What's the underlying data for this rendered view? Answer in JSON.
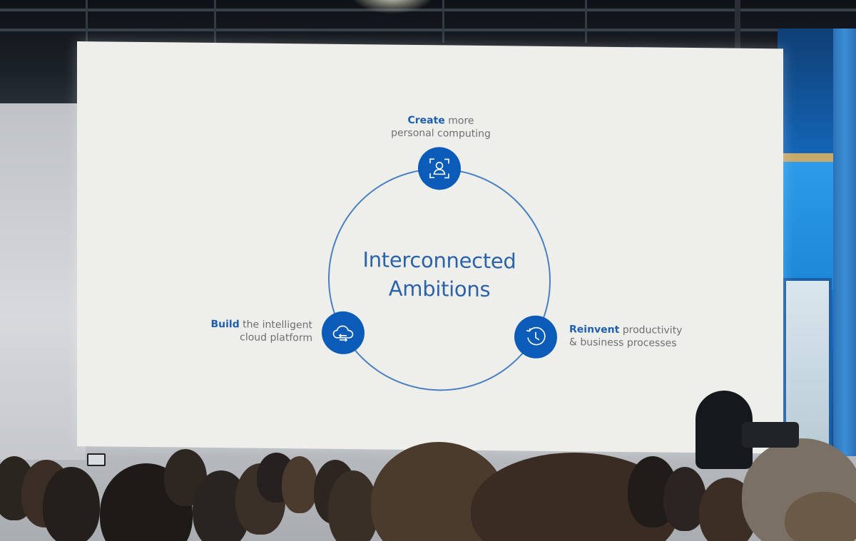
{
  "slide": {
    "center_title_line1": "Interconnected",
    "center_title_line2": "Ambitions",
    "top": {
      "keyword": "Create",
      "rest_line1": " more",
      "line2": "personal computing",
      "icon": "person-focus-icon"
    },
    "left": {
      "keyword": "Build",
      "rest_line1": " the intelligent",
      "line2": "cloud platform",
      "icon": "cloud-sync-icon"
    },
    "right": {
      "keyword": "Reinvent",
      "rest_line1": " productivity",
      "line2": "& business processes",
      "icon": "clock-icon"
    }
  },
  "colors": {
    "accent_blue": "#0b5cb8",
    "ring_blue": "#4a7fc0",
    "title_blue": "#2a63a8",
    "label_gray": "#6f6f6f",
    "screen_bg": "#eeeeea"
  }
}
